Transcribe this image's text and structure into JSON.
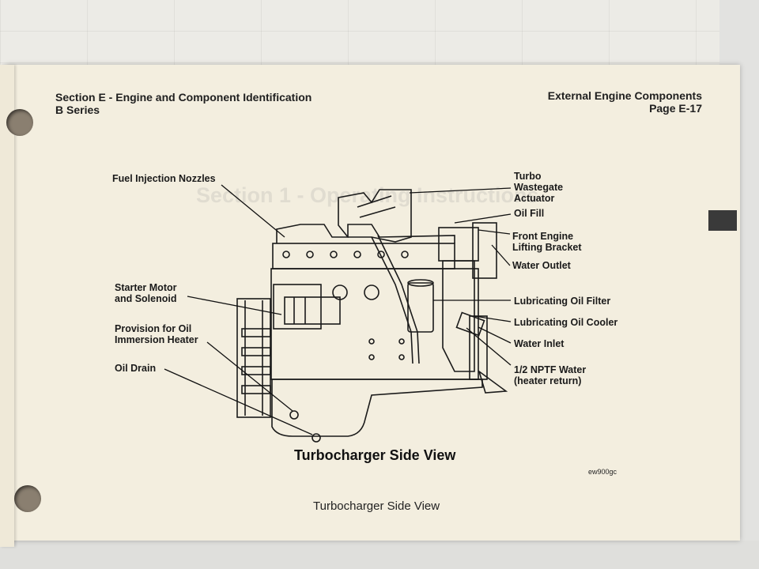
{
  "header": {
    "left_line1": "Section E - Engine and Component Identification",
    "left_line2": "B Series",
    "right_line1": "External Engine Components",
    "right_line2": "Page E-17"
  },
  "ghost_text": "Section 1 - Operating Instructions",
  "labels": {
    "fuel_injection_nozzles": "Fuel Injection Nozzles",
    "turbo_wastegate_actuator": "Turbo\nWastegate\nActuator",
    "oil_fill": "Oil Fill",
    "front_engine_lifting_bracket": "Front Engine\nLifting Bracket",
    "water_outlet": "Water Outlet",
    "starter_motor": "Starter Motor\nand Solenoid",
    "lubricating_oil_filter": "Lubricating Oil Filter",
    "lubricating_oil_cooler": "Lubricating Oil Cooler",
    "provision_oil_heater": "Provision for Oil\nImmersion Heater",
    "water_inlet": "Water Inlet",
    "oil_drain": "Oil Drain",
    "nptf_water": "1/2 NPTF Water\n(heater return)"
  },
  "figure_title": "Turbocharger Side View",
  "figure_code": "ew900gc",
  "caption": "Turbocharger Side View"
}
